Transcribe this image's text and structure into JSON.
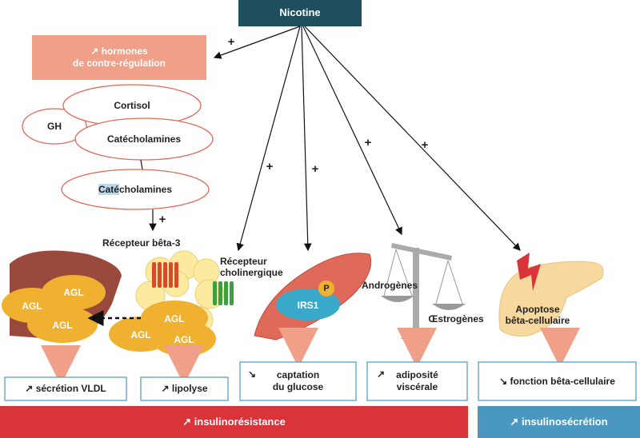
{
  "top": {
    "label": "Nicotine"
  },
  "hormones": {
    "arrow": "↗",
    "line1": "hormones",
    "line2": "de contre-régulation"
  },
  "ellipses": {
    "cortisol": "Cortisol",
    "gh": "GH",
    "catecholamines": "Catécholamines",
    "catecholamines2_highlight": "Caté",
    "catecholamines2_rest": "cholamines"
  },
  "plus_sign": "+",
  "receptors": {
    "beta3": "Récepteur bêta-3",
    "cholinergic_line1": "Récepteur",
    "cholinergic_line2": "cholinergique"
  },
  "agl": {
    "label": "AGL"
  },
  "muscle": {
    "irs1": "IRS1",
    "phospho": "P"
  },
  "scale": {
    "androgens": "Androgènes",
    "estrogens": "Œstrogènes"
  },
  "pancreas": {
    "line1": "Apoptose",
    "line2": "bêta-cellulaire"
  },
  "outcomes": {
    "vldl": {
      "arrow": "↗",
      "text": "sécrétion VLDL"
    },
    "lipolyse": {
      "arrow": "↗",
      "text": "lipolyse"
    },
    "glucose": {
      "arrow": "↘",
      "line1": "captation",
      "line2": "du glucose"
    },
    "adiposite": {
      "arrow": "↗",
      "line1": "adiposité",
      "line2": "viscérale"
    },
    "fonction": {
      "arrow": "↘",
      "text": "fonction bêta-cellulaire"
    }
  },
  "bars": {
    "resistance": {
      "arrow": "↗",
      "text": "insulinorésistance"
    },
    "secretion": {
      "arrow": "↗",
      "text": "insulinosécrétion"
    }
  },
  "colors": {
    "navy": "#1f4e5f",
    "salmon": "#f0a089",
    "red": "#d9343a",
    "blue": "#4a98c2",
    "agl": "#f0b030",
    "liver": "#9a4a3c",
    "muscle": "#e06a5a",
    "irs": "#3aa8c8",
    "scale": "#aaaaaa",
    "pancreas": "#f7d9a0"
  }
}
